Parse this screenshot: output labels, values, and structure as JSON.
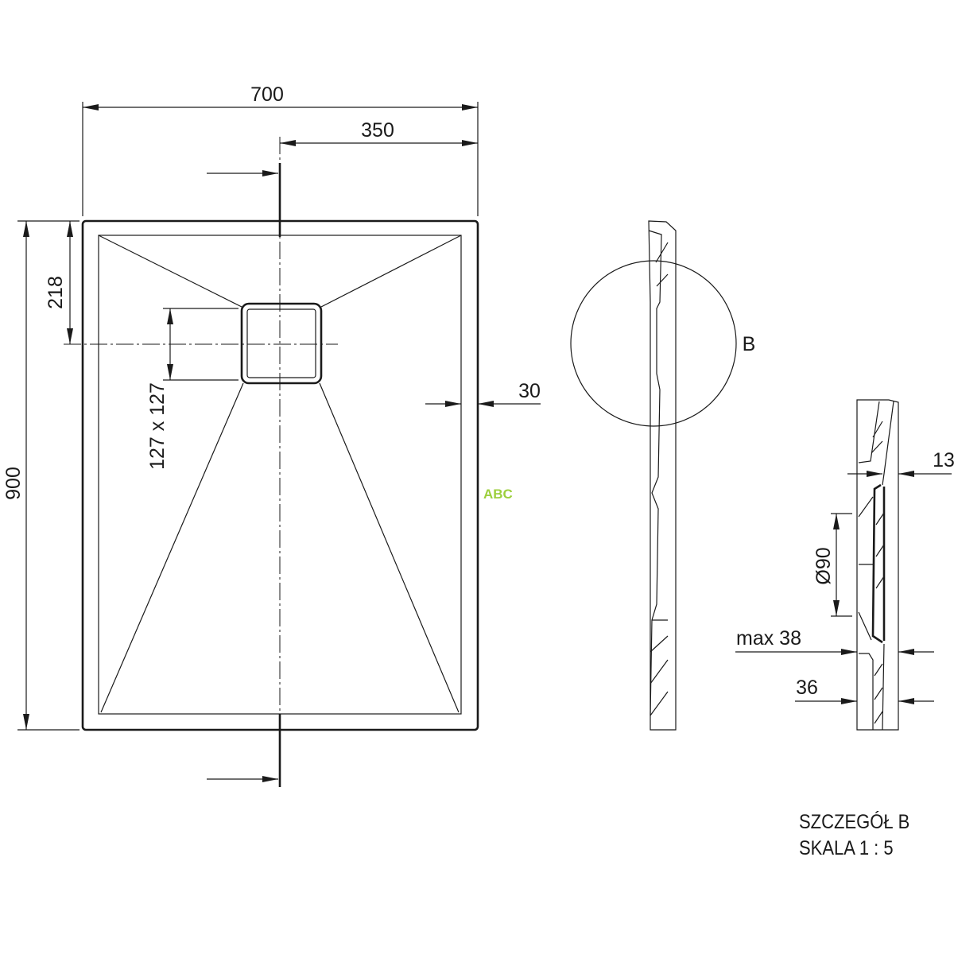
{
  "drawing": {
    "dimensions": {
      "width_total": "700",
      "half_width": "350",
      "drain_offset": "218",
      "drain_size": "127 x 127",
      "length_total": "900",
      "rim_width": "30"
    },
    "detail_callout": "B",
    "detail": {
      "rim_thickness": "13",
      "outlet_diameter": "Ø90",
      "max_height": "max 38",
      "height": "36"
    },
    "notes": {
      "detail_title": "SZCZEGÓŁ B",
      "scale": "SKALA 1 : 5"
    },
    "watermark": "ABC"
  }
}
